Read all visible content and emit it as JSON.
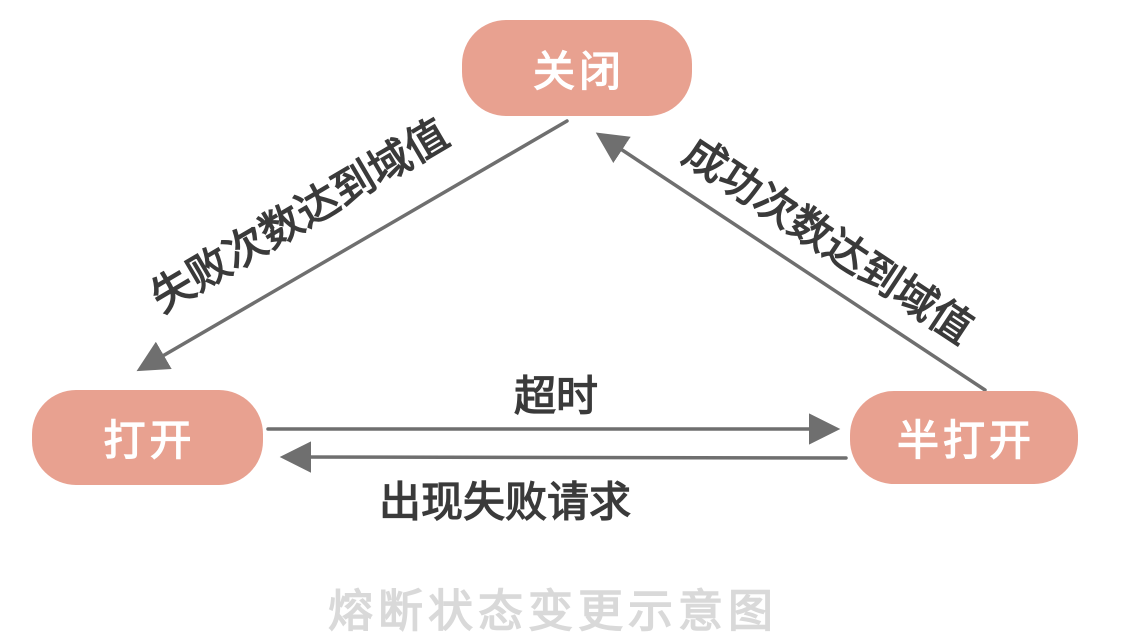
{
  "title": "熔断状态变更示意图",
  "colors": {
    "background": "#ffffff",
    "node_fill": "#e8a190",
    "node_text": "#ffffff",
    "edge": "#6f6f6f",
    "label_text": "#3a3a3a",
    "title_text": "#d9d9d9"
  },
  "nodes": {
    "closed": {
      "label": "关闭"
    },
    "open": {
      "label": "打开"
    },
    "half_open": {
      "label": "半打开"
    }
  },
  "edges": {
    "fail_threshold": {
      "label": "失败次数达到域值",
      "from": "关闭",
      "to": "打开"
    },
    "success_threshold": {
      "label": "成功次数达到域值",
      "from": "半打开",
      "to": "关闭"
    },
    "timeout": {
      "label": "超时",
      "from": "打开",
      "to": "半打开"
    },
    "fail_request": {
      "label": "出现失败请求",
      "from": "半打开",
      "to": "打开"
    }
  }
}
